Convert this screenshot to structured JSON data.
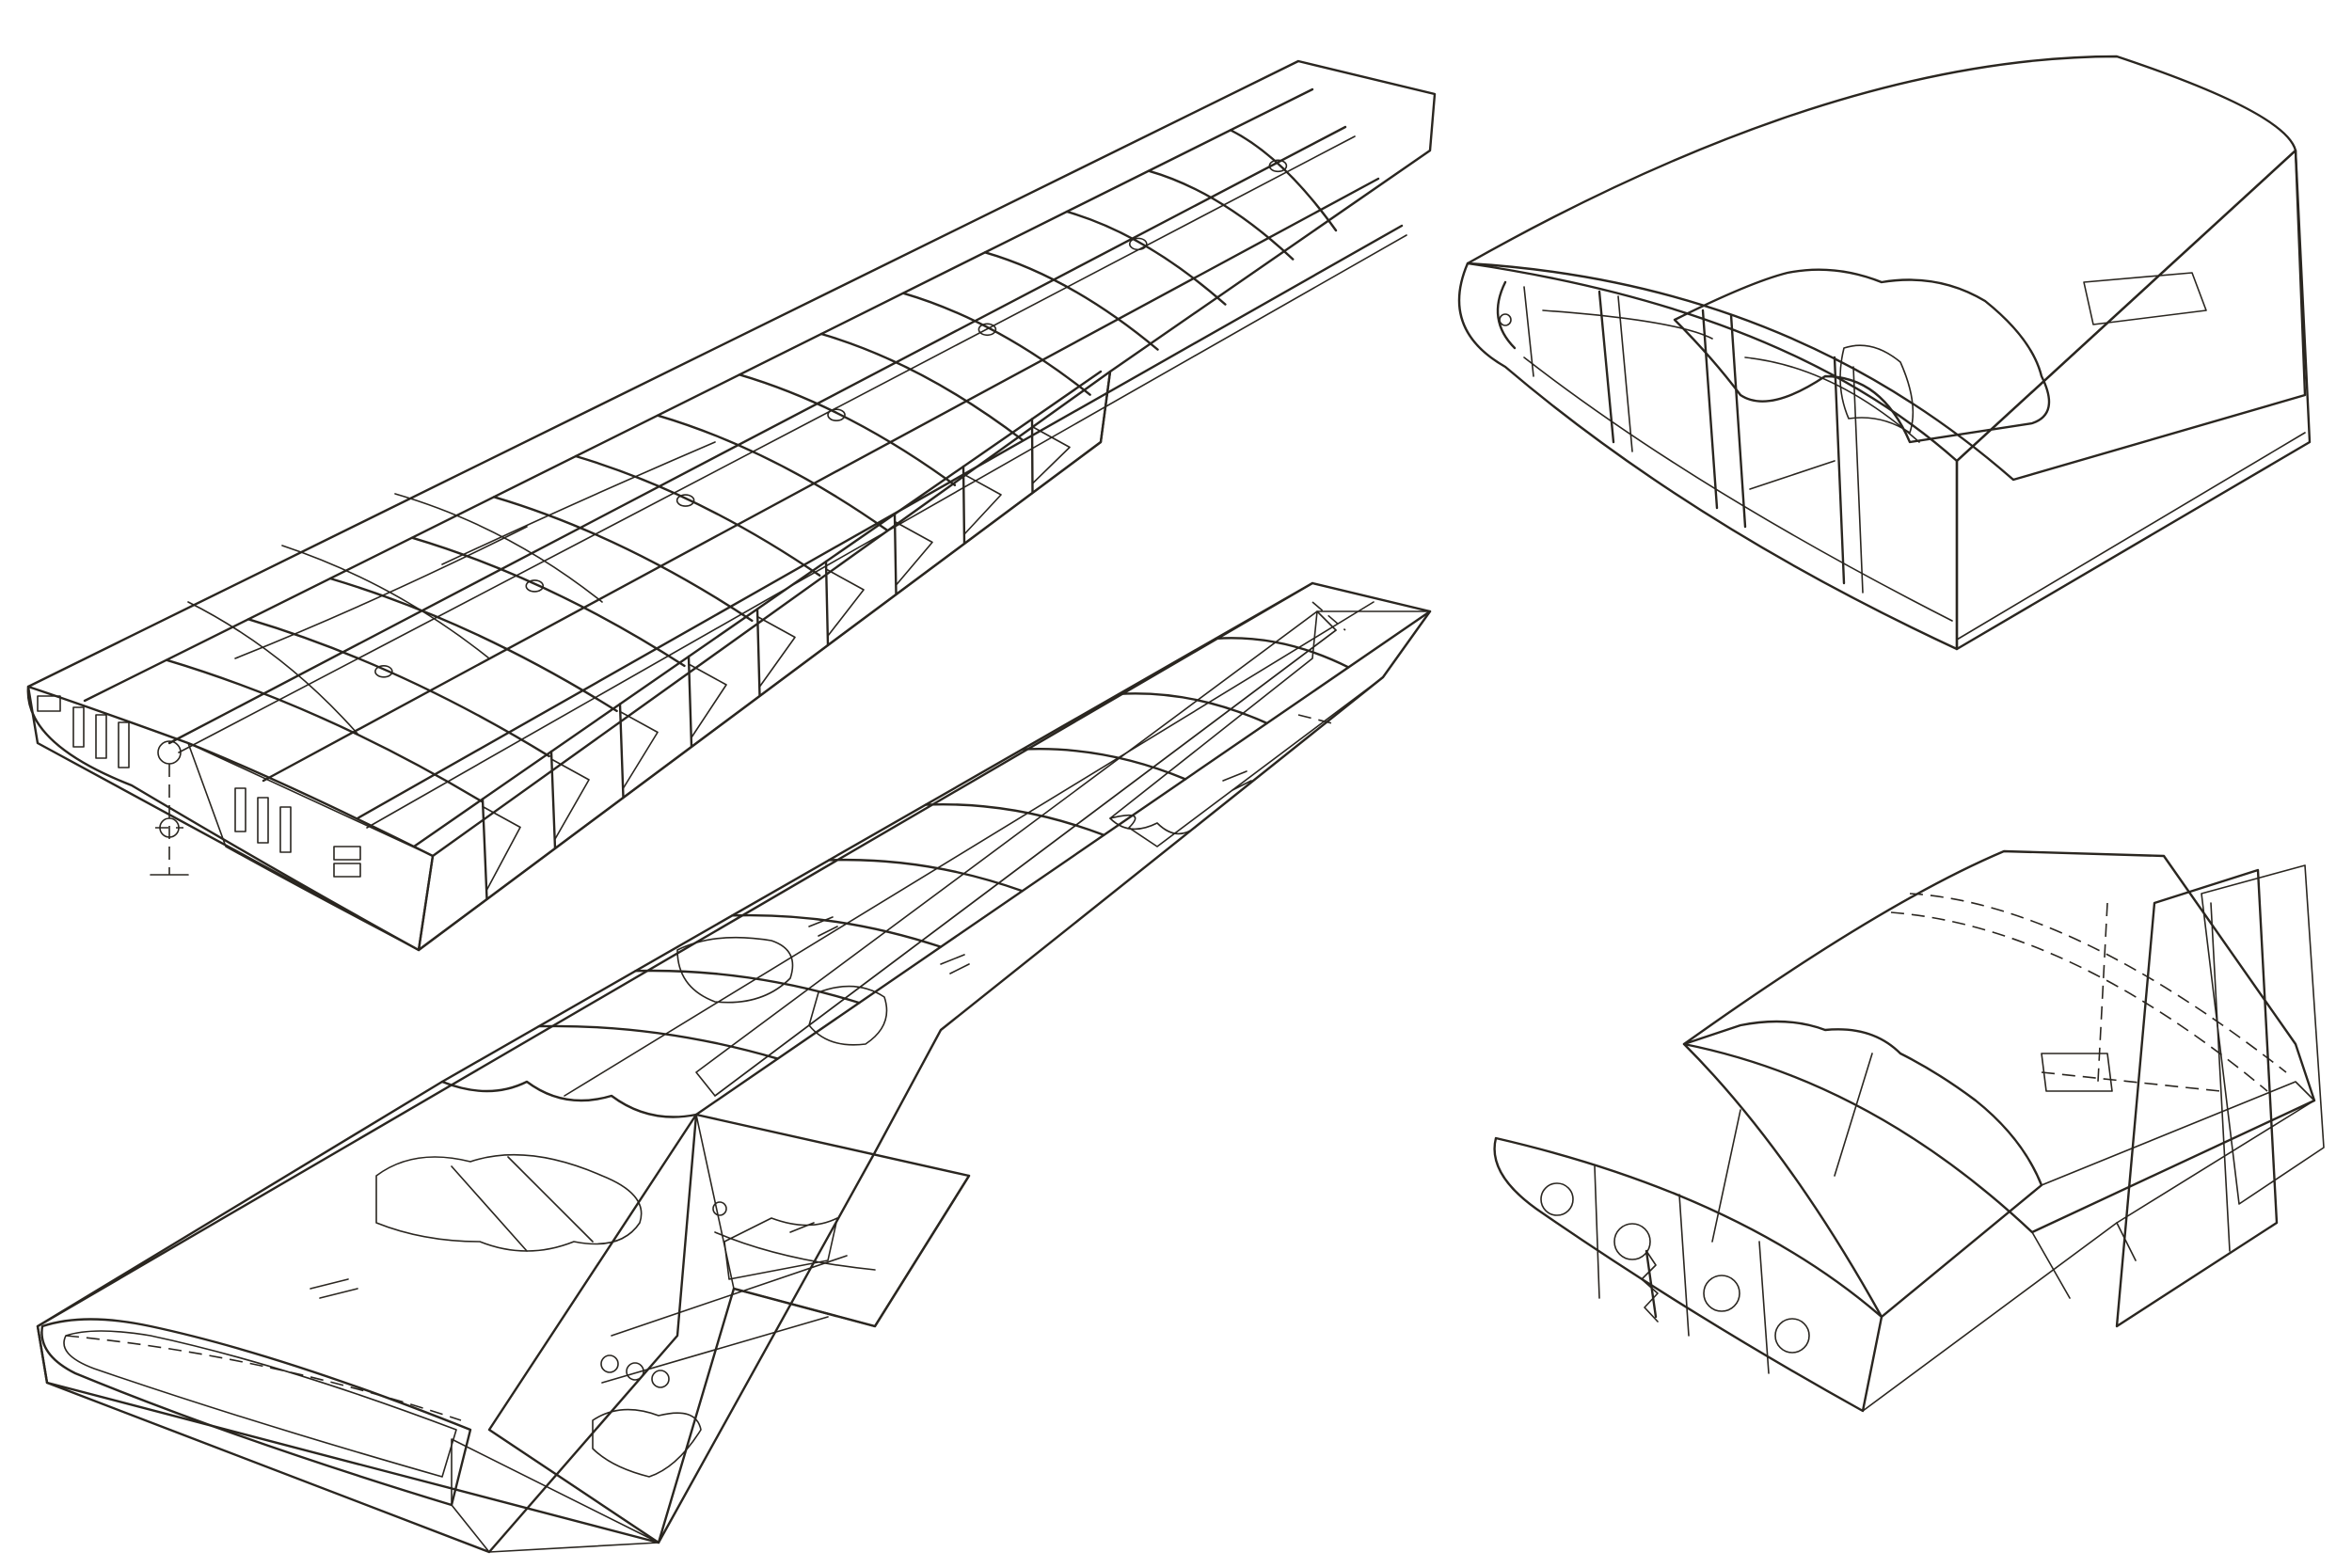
{
  "colors": {
    "background": "#ffffff",
    "wood": "#f2ecdc",
    "wood_shadow": "#ddd0ad",
    "skin": "#d5e2e6",
    "skin_dark": "#b4cbd5",
    "spar_green": "#e3e6bf",
    "line": "#2a2620",
    "foam": "#ece7d7"
  },
  "figures": [
    {
      "id": "built-up-wing-framework"
    },
    {
      "id": "skinned-wing-cutaway"
    },
    {
      "id": "honeycomb-block-section"
    },
    {
      "id": "honeycomb-trailing-section"
    }
  ]
}
